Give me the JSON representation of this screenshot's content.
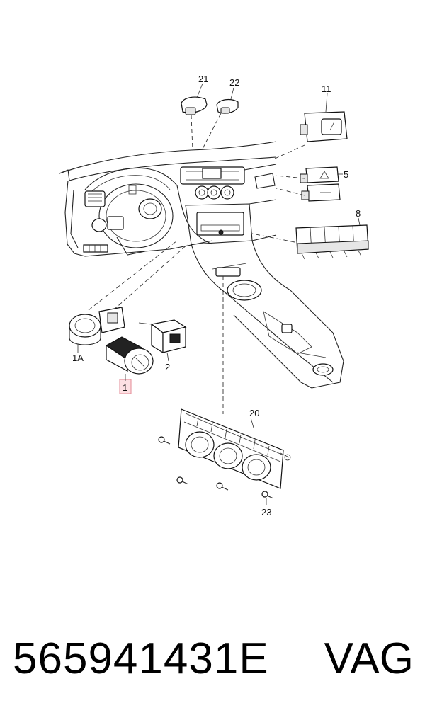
{
  "callouts": {
    "c21": "21",
    "c22": "22",
    "c11": "11",
    "c5": "5",
    "c8": "8",
    "c1a": "1A",
    "c1": "1",
    "c2": "2",
    "c20": "20",
    "c23": "23"
  },
  "footer": {
    "part_number": "565941431E",
    "brand": "VAG"
  },
  "colors": {
    "highlight": "#fde0e3",
    "line": "#222222"
  }
}
